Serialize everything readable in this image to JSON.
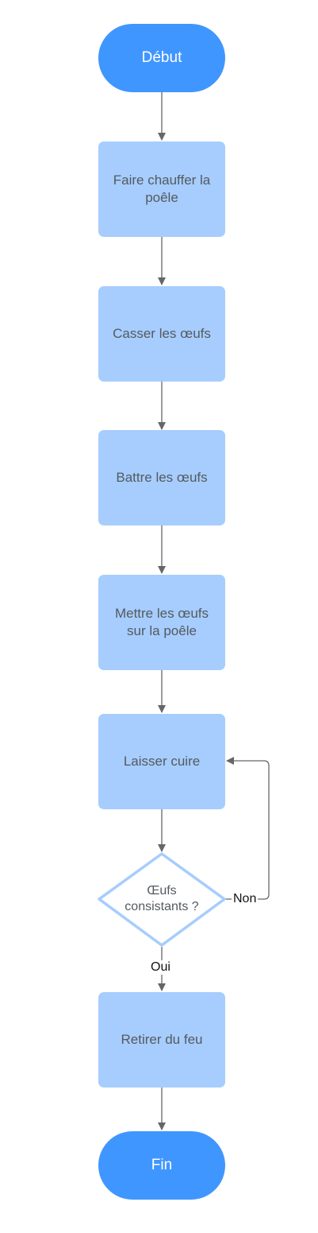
{
  "flowchart": {
    "nodes": [
      {
        "id": "start",
        "type": "terminal",
        "label": "Début"
      },
      {
        "id": "heat",
        "type": "process",
        "label": "Faire chauffer la poêle"
      },
      {
        "id": "crack",
        "type": "process",
        "label": "Casser les œufs"
      },
      {
        "id": "beat",
        "type": "process",
        "label": "Battre les œufs"
      },
      {
        "id": "pour",
        "type": "process",
        "label": "Mettre les œufs sur la poêle"
      },
      {
        "id": "cook",
        "type": "process",
        "label": "Laisser cuire"
      },
      {
        "id": "check",
        "type": "decision",
        "label": "Œufs consistants ?"
      },
      {
        "id": "remove",
        "type": "process",
        "label": "Retirer du feu"
      },
      {
        "id": "end",
        "type": "terminal",
        "label": "Fin"
      }
    ],
    "edges": [
      {
        "from": "start",
        "to": "heat",
        "label": ""
      },
      {
        "from": "heat",
        "to": "crack",
        "label": ""
      },
      {
        "from": "crack",
        "to": "beat",
        "label": ""
      },
      {
        "from": "beat",
        "to": "pour",
        "label": ""
      },
      {
        "from": "pour",
        "to": "cook",
        "label": ""
      },
      {
        "from": "cook",
        "to": "check",
        "label": ""
      },
      {
        "from": "check",
        "to": "cook",
        "label": "Non"
      },
      {
        "from": "check",
        "to": "remove",
        "label": "Oui"
      },
      {
        "from": "remove",
        "to": "end",
        "label": ""
      }
    ],
    "colors": {
      "terminal_fill": "#4096ff",
      "process_fill": "#a6cdfd",
      "decision_stroke": "#a6cdfd",
      "connector": "#666666",
      "node_text": "#555a5f",
      "terminal_text": "#ffffff"
    }
  }
}
